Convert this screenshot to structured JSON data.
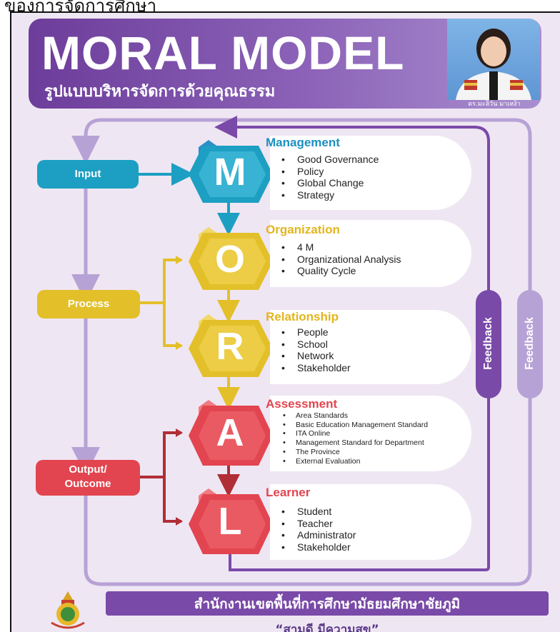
{
  "header": {
    "cut_text": "ของการจัดการศึกษา",
    "title": "MORAL MODEL",
    "subtitle": "รูปแบบบริหารจัดการด้วยคุณธรรม",
    "photo_caption": "ดร.มะลิวัน มาเหง้า"
  },
  "stages": {
    "input": "Input",
    "process": "Process",
    "output_line1": "Output/",
    "output_line2": "Outcome"
  },
  "steps": [
    {
      "letter": "M",
      "title": "Management",
      "items": [
        "Good Governance",
        "Policy",
        "Global Change",
        "Strategy"
      ]
    },
    {
      "letter": "O",
      "title": "Organization",
      "items": [
        "4 M",
        "Organizational Analysis",
        "Quality Cycle"
      ]
    },
    {
      "letter": "R",
      "title": "Relationship",
      "items": [
        "People",
        "School",
        "Network",
        "Stakeholder"
      ]
    },
    {
      "letter": "A",
      "title": "Assessment",
      "items": [
        "Area Standards",
        "Basic Education Management Standard",
        "ITA Online",
        "Management Standard for Department",
        "The Province",
        "External Evaluation"
      ]
    },
    {
      "letter": "L",
      "title": "Learner",
      "items": [
        "Student",
        "Teacher",
        "Administrator",
        "Stakeholder"
      ]
    }
  ],
  "feedback": {
    "inner": "Feedback",
    "outer": "Feedback"
  },
  "footer": {
    "office": "สำนักงานเขตพื้นที่การศึกษามัธยมศึกษาชัยภูมิ",
    "slogan": "“สามดี มีความสุข”"
  },
  "colors": {
    "purple": "#7a4aa8",
    "light_purple": "#b7a2d6",
    "blue": "#1c9fc2",
    "yellow": "#e3c02a",
    "red": "#e2454f",
    "dark_red": "#b02e36"
  }
}
